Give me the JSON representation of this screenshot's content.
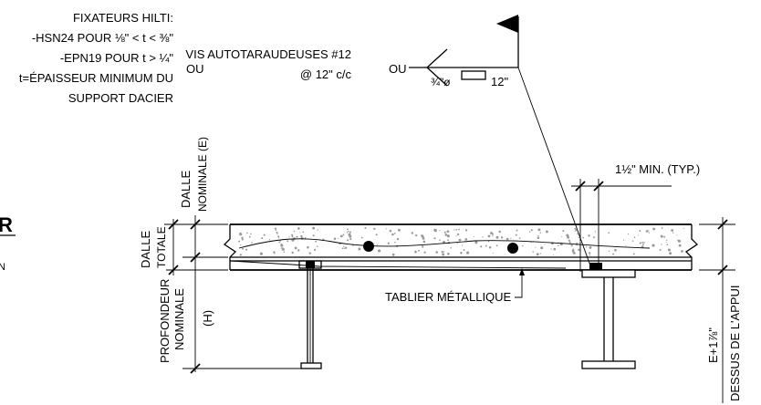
{
  "labels": {
    "fasteners_title": "FIXATEURS HILTI:",
    "fasteners_line1": "-HSN24 POUR ⅛\" < t < ⅜\"",
    "fasteners_line2": "-EPN19 POUR t > ¼\"",
    "fasteners_line3": "t=ÉPAISSEUR MINIMUM DU",
    "fasteners_line4": "SUPPORT DACIER",
    "or_1": "OU",
    "screws_line1": "VIS AUTOTARAUDEUSES #12",
    "screws_line2": "@ 12\" c/c",
    "or_2": "OU",
    "weld_size": "¾\"ø",
    "weld_length": "12\"",
    "min_spacing": "1½\" MIN. (TYP.)",
    "slab_nominal_1": "DALLE",
    "slab_nominal_2": "NOMINALE (E)",
    "slab_total_1": "DALLE",
    "slab_total_2": "TOTALE",
    "depth_1": "PROFONDEUR",
    "depth_2": "NOMINALE",
    "depth_3": "(H)",
    "deck_label": "TABLIER MÉTALLIQUE",
    "dim_e": "E+1⅞\"",
    "support_top": "DESSUS DE L'APPUI",
    "left_fragment_1": "R",
    "left_fragment_2": "N"
  },
  "colors": {
    "ink": "#000000",
    "aggregate": "#9a9a9a",
    "background": "#ffffff"
  }
}
